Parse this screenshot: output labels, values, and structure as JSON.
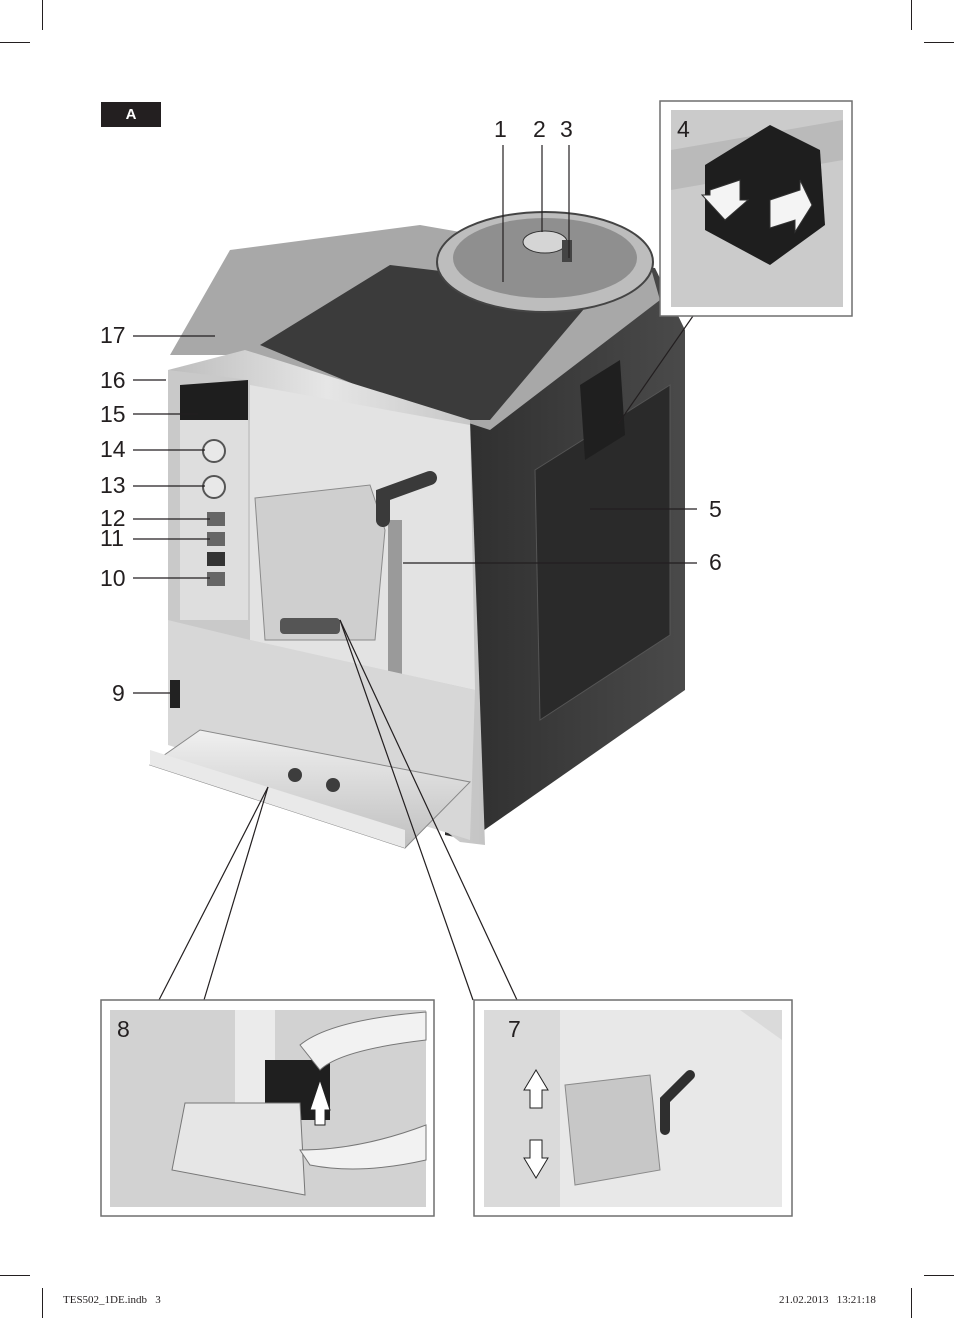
{
  "section_label": "A",
  "callouts": {
    "c1": "1",
    "c2": "2",
    "c3": "3",
    "c4": "4",
    "c5": "5",
    "c6": "6",
    "c7": "7",
    "c8": "8",
    "c9": "9",
    "c10": "10",
    "c11": "11",
    "c12": "12",
    "c13": "13",
    "c14": "14",
    "c15": "15",
    "c16": "16",
    "c17": "17"
  },
  "footer": {
    "file": "TES502_1DE.indb   3",
    "timestamp": "21.02.2013   13:21:18"
  },
  "colors": {
    "ink": "#231f20",
    "body_dark": "#3a3a3a",
    "panel_silver": "#d9d9d9",
    "illustration_bg": "#cfcfcf"
  }
}
